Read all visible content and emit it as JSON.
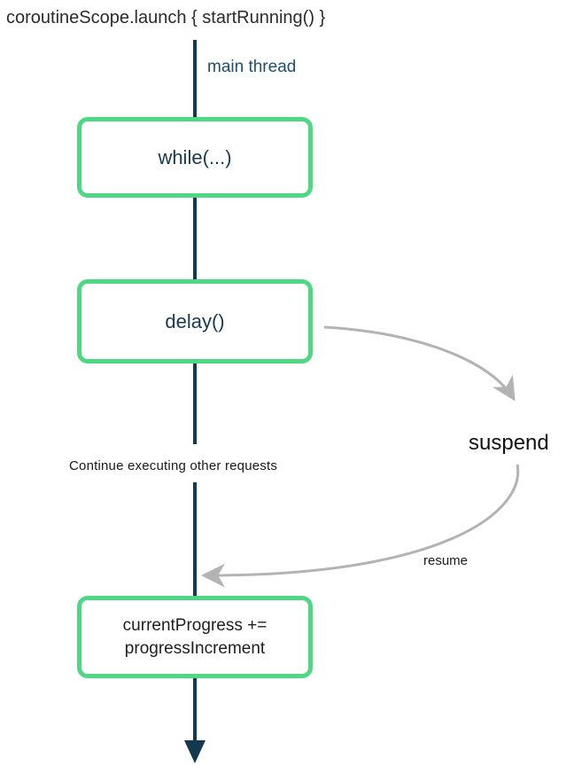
{
  "title": "coroutineScope.launch { startRunning() }",
  "thread": {
    "label": "main thread"
  },
  "boxes": [
    {
      "label": "while(...)"
    },
    {
      "label": "delay()"
    },
    {
      "label_line1": "currentProgress +=",
      "label_line2": "progressIncrement"
    }
  ],
  "annotations": {
    "continue_note": "Continue executing other requests",
    "suspend_label": "suspend",
    "resume_label": "resume"
  },
  "colors": {
    "thread_line": "#14384e",
    "thread_label_text": "#1d4f6e",
    "box_border": "#4ed884",
    "box_text": "#173a52",
    "box3_text": "#1e1e1e",
    "annotation_text": "#1a1a1a",
    "arrow_gray": "#b3b3b3",
    "background": "#ffffff"
  }
}
